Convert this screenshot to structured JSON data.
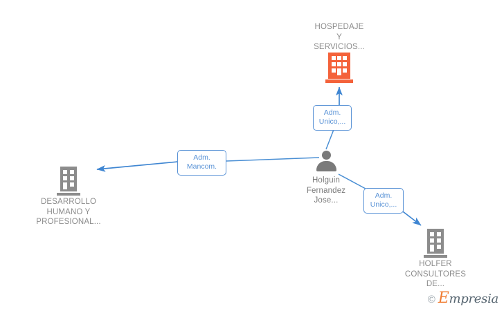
{
  "diagram": {
    "type": "corporate-relationship-graph",
    "background": "#ffffff",
    "colors": {
      "company_icon": "#8c8c8c",
      "company_icon_highlight": "#f4623a",
      "person_icon": "#7a7a7a",
      "edge": "#4a8fd4",
      "relation_box_border": "#5a93d6",
      "relation_box_text": "#5a93d6",
      "node_label": "#8b8b8b"
    },
    "nodes": [
      {
        "id": "hospedaje",
        "label": "HOSPEDAJE\nY\nSERVICIOS...",
        "icon": "building-icon",
        "kind": "company",
        "highlight": true
      },
      {
        "id": "persona",
        "label": "Holguin\nFernandez\nJose...",
        "icon": "person-icon",
        "kind": "person",
        "highlight": false
      },
      {
        "id": "desarrollo",
        "label": "DESARROLLO\nHUMANO Y\nPROFESIONAL...",
        "icon": "building-icon",
        "kind": "company",
        "highlight": false
      },
      {
        "id": "holfer",
        "label": "HOLFER\nCONSULTORES\nDE...",
        "icon": "building-icon",
        "kind": "company",
        "highlight": false
      }
    ],
    "edges": [
      {
        "id": "edge-persona-hospedaje",
        "from": "persona",
        "to": "hospedaje",
        "label": "Adm.\nUnico,...",
        "arrow": true
      },
      {
        "id": "edge-persona-desarrollo",
        "from": "persona",
        "to": "desarrollo",
        "label": "Adm.\nMancom.",
        "arrow": true
      },
      {
        "id": "edge-persona-holfer",
        "from": "persona",
        "to": "holfer",
        "label": "Adm.\nUnico,...",
        "arrow": true
      }
    ]
  },
  "watermark": {
    "copyright": "©",
    "brand_cap": "E",
    "brand_rest": "mpresia"
  }
}
